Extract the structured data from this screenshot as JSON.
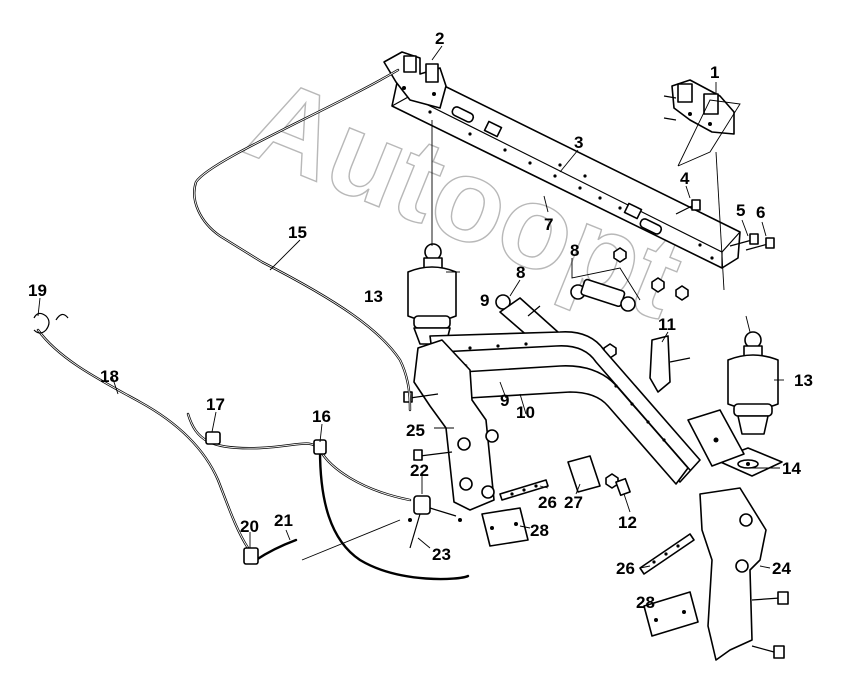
{
  "watermark": "Autoopt",
  "callouts": [
    {
      "id": "c1",
      "text": "1"
    },
    {
      "id": "c2",
      "text": "2"
    },
    {
      "id": "c3",
      "text": "3"
    },
    {
      "id": "c4",
      "text": "4"
    },
    {
      "id": "c5",
      "text": "5"
    },
    {
      "id": "c6",
      "text": "6"
    },
    {
      "id": "c7",
      "text": "7"
    },
    {
      "id": "c8a",
      "text": "8"
    },
    {
      "id": "c8b",
      "text": "8"
    },
    {
      "id": "c9a",
      "text": "9"
    },
    {
      "id": "c9b",
      "text": "9"
    },
    {
      "id": "c10",
      "text": "10"
    },
    {
      "id": "c11",
      "text": "11"
    },
    {
      "id": "c12",
      "text": "12"
    },
    {
      "id": "c13a",
      "text": "13"
    },
    {
      "id": "c13b",
      "text": "13"
    },
    {
      "id": "c14",
      "text": "14"
    },
    {
      "id": "c15",
      "text": "15"
    },
    {
      "id": "c16",
      "text": "16"
    },
    {
      "id": "c17",
      "text": "17"
    },
    {
      "id": "c18",
      "text": "18"
    },
    {
      "id": "c19",
      "text": "19"
    },
    {
      "id": "c20",
      "text": "20"
    },
    {
      "id": "c21",
      "text": "21"
    },
    {
      "id": "c22",
      "text": "22"
    },
    {
      "id": "c23",
      "text": "23"
    },
    {
      "id": "c24",
      "text": "24"
    },
    {
      "id": "c25",
      "text": "25"
    },
    {
      "id": "c26a",
      "text": "26"
    },
    {
      "id": "c26b",
      "text": "26"
    },
    {
      "id": "c27",
      "text": "27"
    },
    {
      "id": "c28a",
      "text": "28"
    },
    {
      "id": "c28b",
      "text": "28"
    }
  ]
}
